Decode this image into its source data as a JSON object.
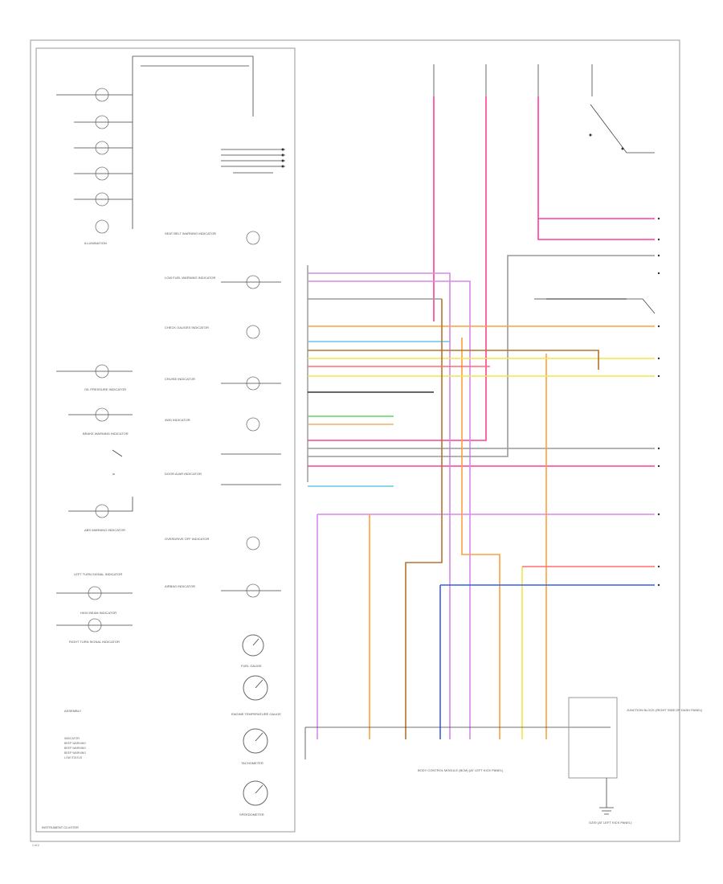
{
  "diagram": {
    "page_ref": "1 of 2",
    "cluster_label": "INSTRUMENT CLUSTER",
    "body_control_label": "BODY CONTROL MODULE (BCM) (AT LEFT KICK PANEL)",
    "junction_box_label": "JUNCTION BLOCK (RIGHT SIDE OF DASH PANEL)",
    "ground_label": "G200 (AT LEFT KICK PANEL)",
    "left_indicators": [
      {
        "label": "ILLUMINATION"
      },
      {
        "label": "OIL PRESSURE INDICATOR"
      },
      {
        "label": "BRAKE WARNING INDICATOR"
      },
      {
        "label": "ABS WARNING INDICATOR"
      },
      {
        "label": "LEFT TURN SIGNAL INDICATOR"
      },
      {
        "label": "HIGH BEAM INDICATOR"
      },
      {
        "label": "RIGHT TURN SIGNAL INDICATOR"
      }
    ],
    "center_items": [
      {
        "label": "SEAT BELT WARNING INDICATOR"
      },
      {
        "label": "LOW FUEL WARNING INDICATOR"
      },
      {
        "label": "CHECK GAUGES INDICATOR"
      },
      {
        "label": "CRUISE INDICATOR"
      },
      {
        "label": "4WD INDICATOR"
      },
      {
        "label": "DOOR AJAR INDICATOR"
      },
      {
        "label": "OVERDRIVE OFF INDICATOR"
      },
      {
        "label": "AIRBAG INDICATOR"
      }
    ],
    "gauges": [
      {
        "label": "FUEL GAUGE"
      },
      {
        "label": "ENGINE TEMPERATURE GAUGE"
      },
      {
        "label": "TACHOMETER"
      },
      {
        "label": "SPEEDOMETER"
      }
    ],
    "legend_title": "ASSEMBLY",
    "legend_lines": [
      "INDICATOR",
      "BEEP WARNING",
      "BEEP WARNING",
      "BEEP WARNING",
      "LOW STATUS"
    ],
    "wire_colors": {
      "pink": "#ff3d9a",
      "violet": "#d58ae6",
      "orange": "#ff9e3d",
      "brown": "#b5732e",
      "tan": "#f0b060",
      "green": "#5fd45f",
      "yellow": "#f2e64a",
      "blue": "#3a5ee6",
      "gray": "#9a9a9a",
      "light_blue": "#63c7e8",
      "red": "#ff6f6f"
    }
  }
}
